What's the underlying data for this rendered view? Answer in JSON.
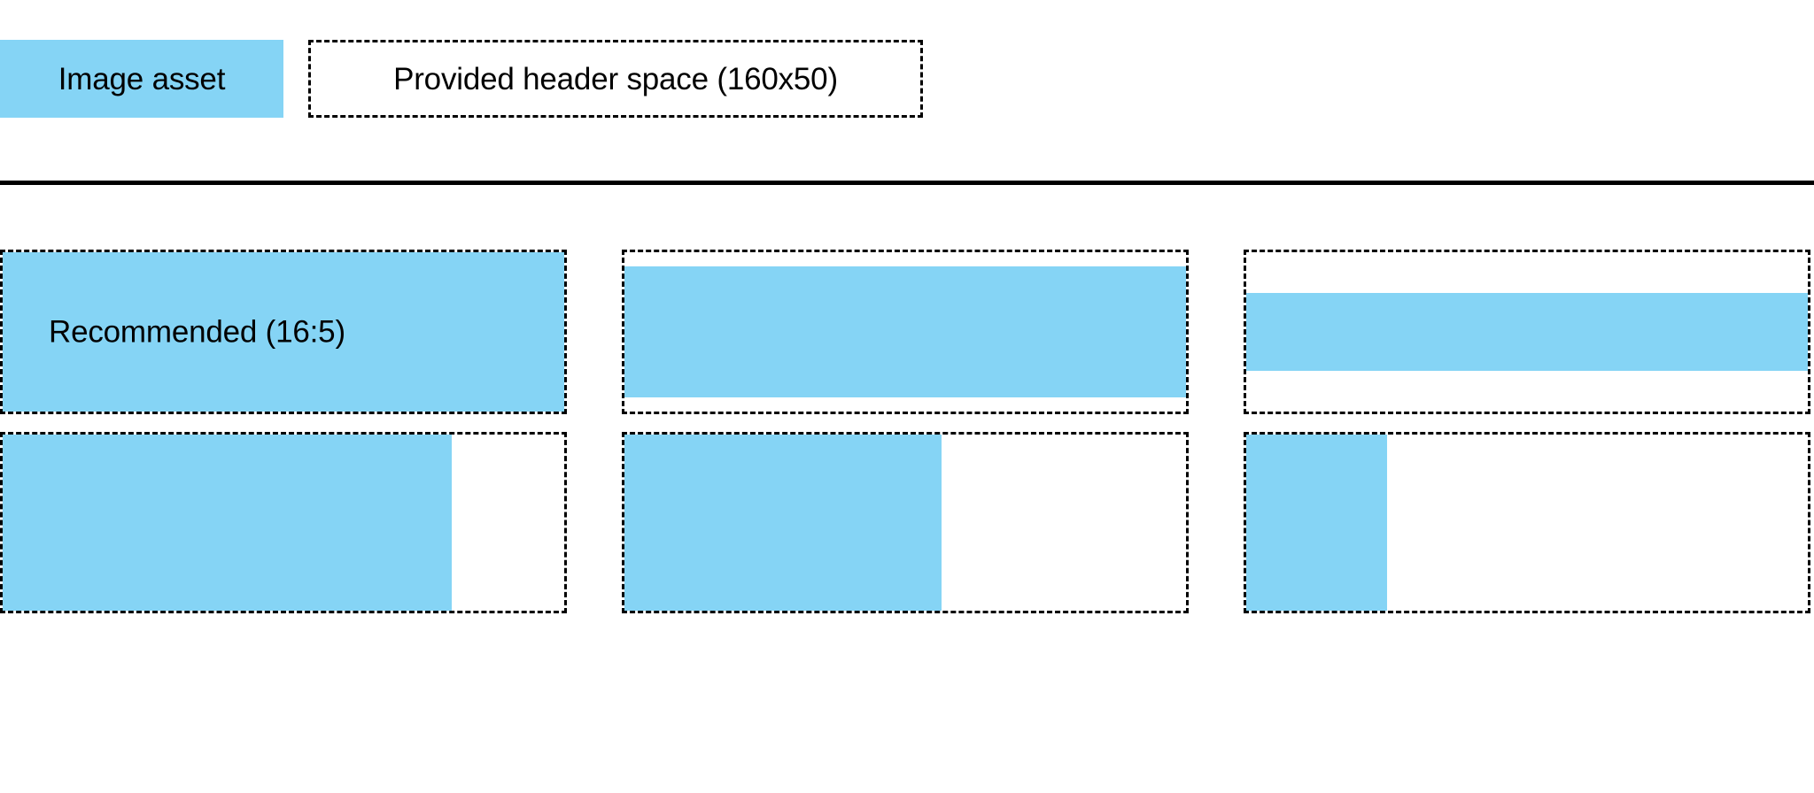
{
  "colors": {
    "asset_blue": "#85D4F5",
    "outline": "#000000",
    "background": "#ffffff"
  },
  "legend": {
    "swatch_label": "Image asset",
    "space_label": "Provided header space (160x50)"
  },
  "examples": {
    "rows": [
      {
        "name": "aspect-ratio-row",
        "cells": [
          {
            "label": "Recommended (16:5)",
            "fill": "full"
          },
          {
            "label": "",
            "fill": "top-inset-sm"
          },
          {
            "label": "",
            "fill": "top-inset-lg"
          }
        ]
      },
      {
        "name": "width-variation-row",
        "cells": [
          {
            "label": "",
            "fill": "w-80"
          },
          {
            "label": "",
            "fill": "w-57"
          },
          {
            "label": "",
            "fill": "w-25"
          }
        ]
      }
    ]
  }
}
